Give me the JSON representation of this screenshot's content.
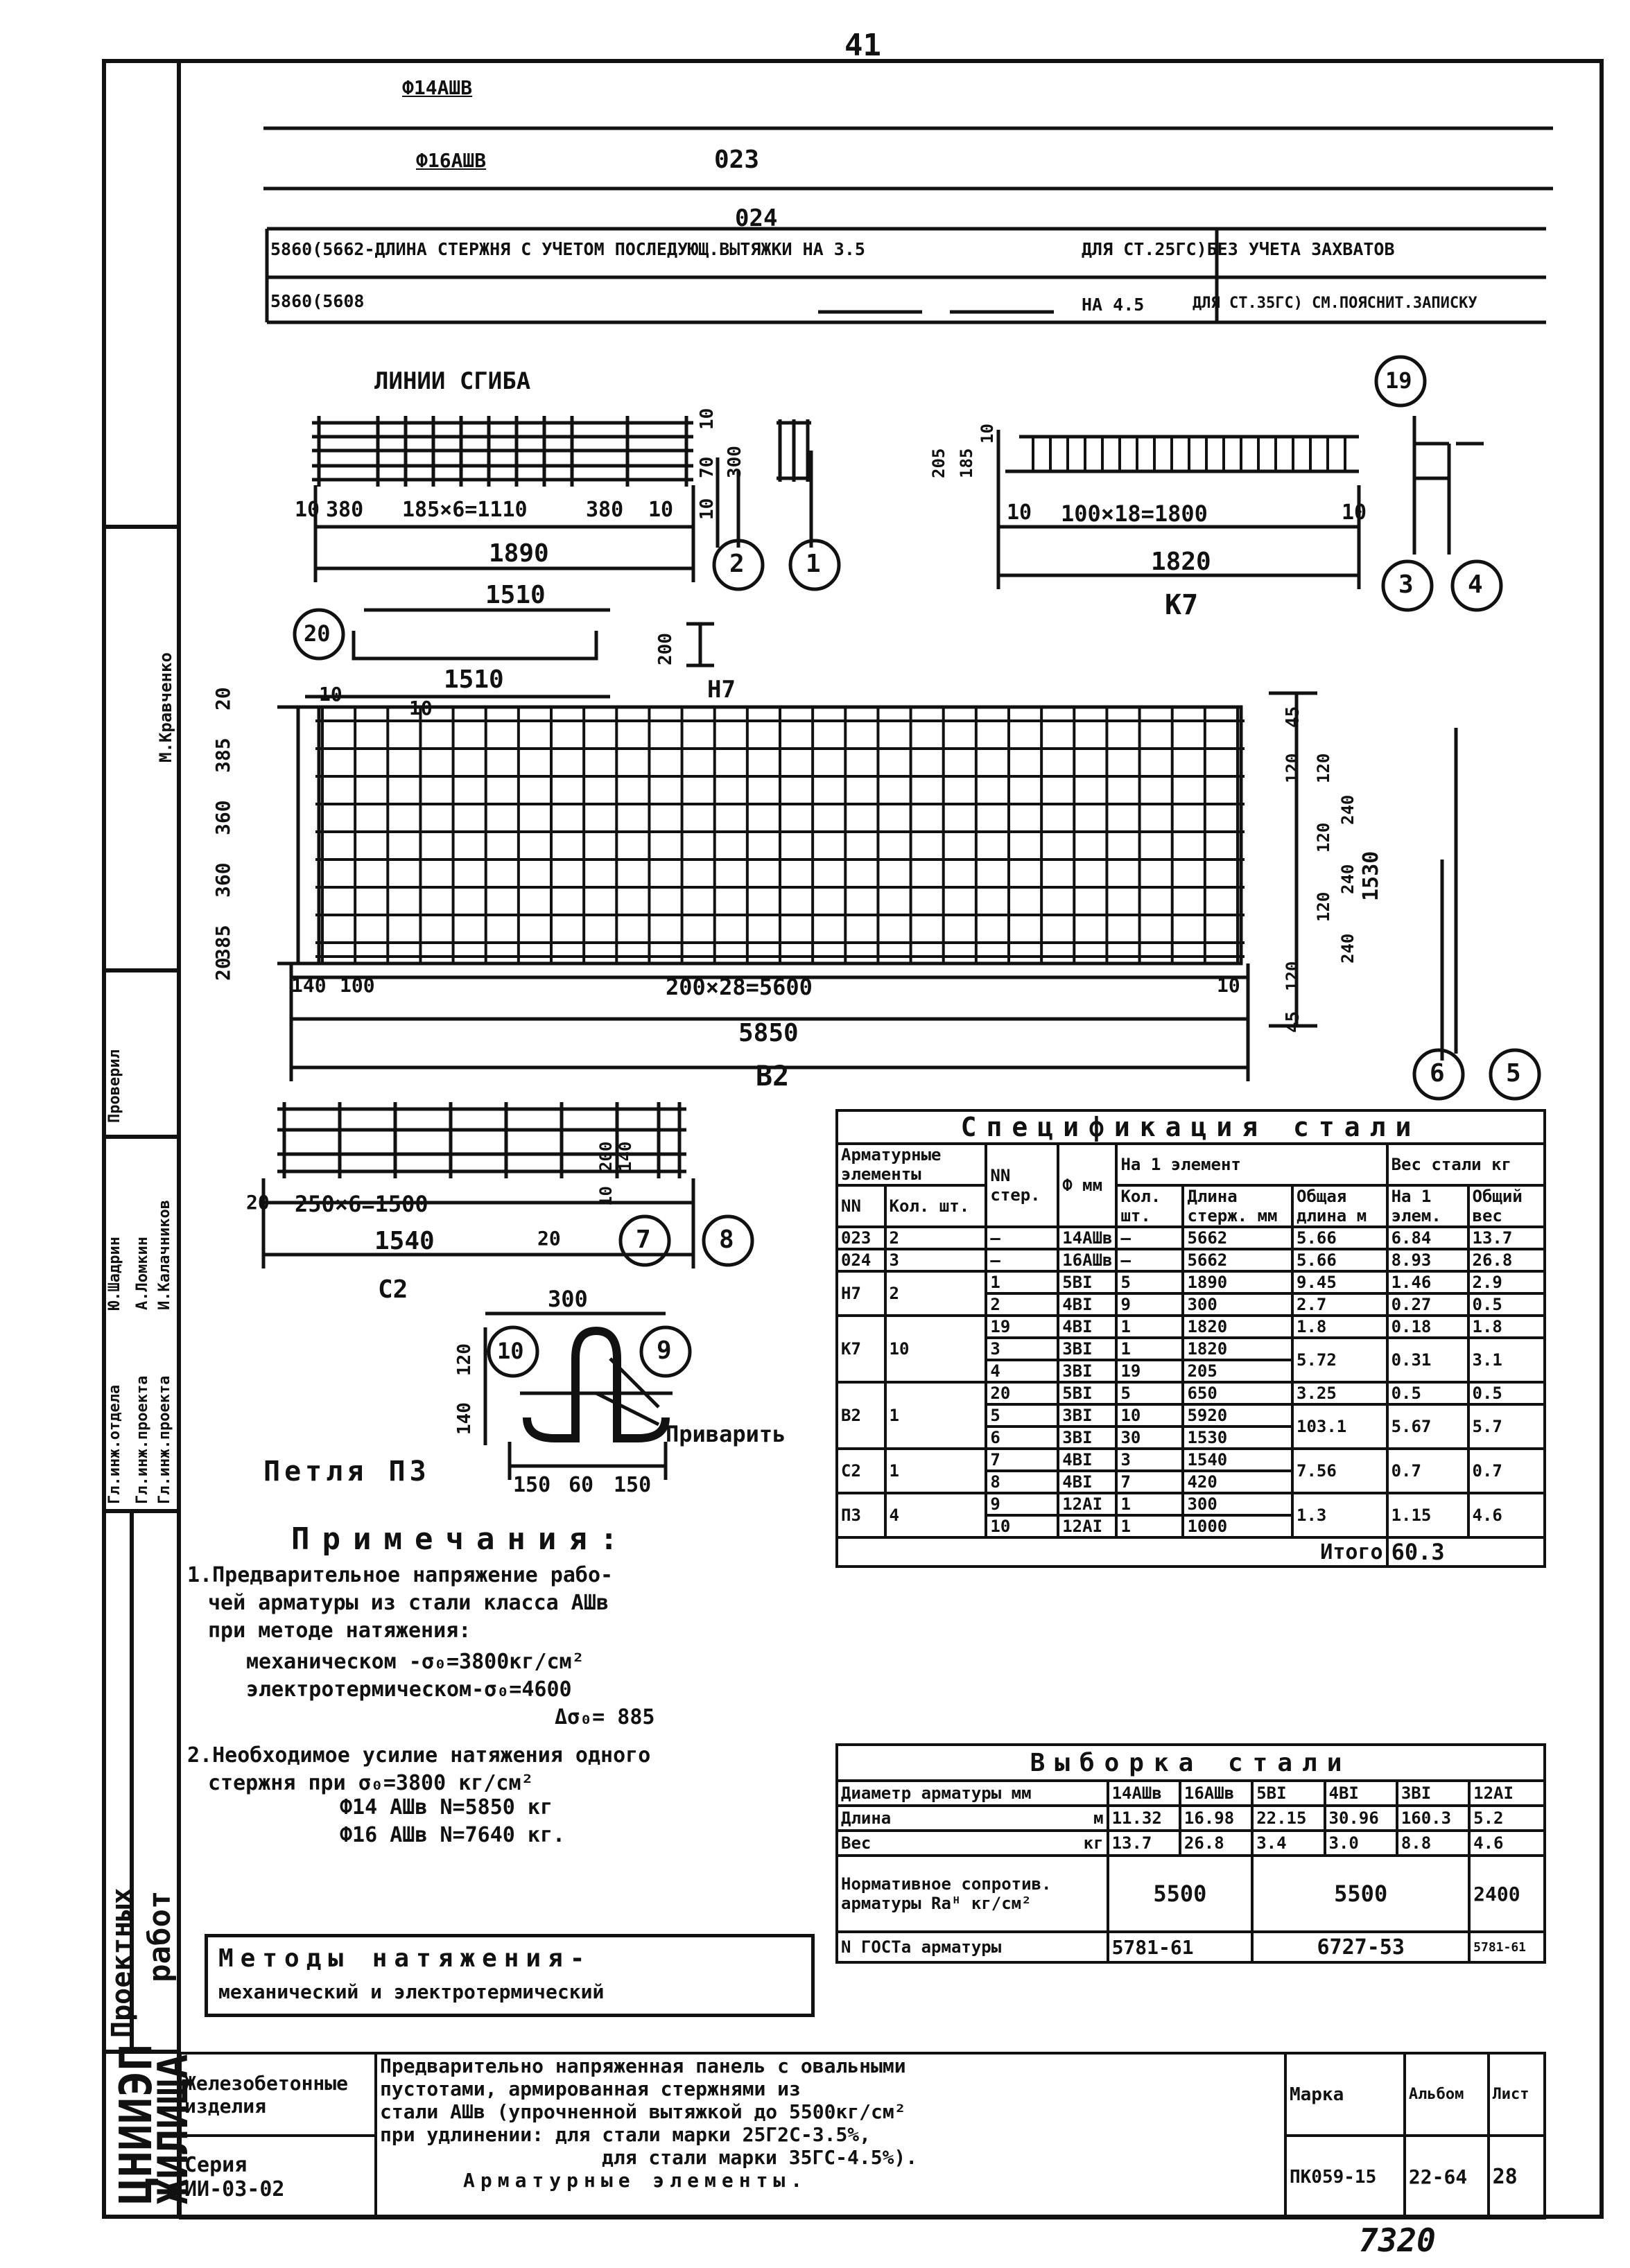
{
  "page_number": "41",
  "bars_top": {
    "label1": "Ф14АШВ",
    "label2": "Ф16АШВ",
    "mark1": "023",
    "mark2": "024"
  },
  "length_notes": {
    "line1_a": "5860(5662-ДЛИНА СТЕРЖНЯ С УЧЕТОМ ПОСЛЕДУЮЩ.ВЫТЯЖКИ НА 3.5",
    "line1_b": "ДЛЯ СТ.25ГС)БЕЗ УЧЕТА ЗАХВАТОВ",
    "line2_a": "5860(5608",
    "line2_b": "НА 4.5",
    "line2_c": "ДЛЯ СТ.35ГС) СМ.ПОЯСНИТ.ЗАПИСКУ"
  },
  "h7": {
    "title": "ЛИНИИ СГИБА",
    "dims": [
      "10",
      "380",
      "185×6=1110",
      "380",
      "10"
    ],
    "overall": "1890",
    "height": [
      "10",
      "70",
      "300",
      "10"
    ],
    "bent_len": "1510",
    "bent_len2": "1510",
    "bent_h": "200",
    "mark": "Н7",
    "circle_left": "20"
  },
  "k7": {
    "dims_a": "10",
    "dims_main": "100×18=1800",
    "dims_b": "10",
    "overall": "1820",
    "mark": "К7",
    "height": [
      "205",
      "185",
      "10"
    ]
  },
  "b2": {
    "top_dims": [
      "10",
      "10"
    ],
    "left_dims": [
      "20",
      "385",
      "360",
      "360",
      "385",
      "20"
    ],
    "bottom_dims": [
      "140",
      "100",
      "200×28=5600",
      "10"
    ],
    "overall": "5850",
    "mark": "В2",
    "right_dims": [
      "45",
      "120",
      "120",
      "120",
      "120",
      "120",
      "45"
    ],
    "right_sub": [
      "240",
      "240",
      "240"
    ],
    "right_total": "1530"
  },
  "c2": {
    "dims": [
      "20",
      "250×6=1500",
      "20"
    ],
    "overall": "1540",
    "mark": "С2",
    "height": [
      "200",
      "140",
      "10"
    ]
  },
  "loop": {
    "width": "300",
    "heights": [
      "140",
      "120"
    ],
    "bottom": [
      "150",
      "60",
      "150"
    ],
    "weld": "Приварить",
    "title": "Петля П3"
  },
  "circles": [
    "1",
    "2",
    "3",
    "4",
    "5",
    "6",
    "7",
    "8",
    "9",
    "10",
    "19",
    "20"
  ],
  "notes": {
    "title": "Примечания:",
    "n1_l1": "1.Предварительное напряжение рабо-",
    "n1_l2": "чей арматуры из стали класса АШв",
    "n1_l3": "при методе натяжения:",
    "n1_l4": "механическом       -σ₀=3800кг/см²",
    "n1_l5": "электротермическом-σ₀=4600",
    "n1_l6": "Δσ₀= 885",
    "n2_l1": "2.Необходимое усилие натяжения одного",
    "n2_l2": "стержня  при σ₀=3800 кг/см²",
    "n2_l3": "Ф14 АШв    N=5850 кг",
    "n2_l4": "Ф16 АШв    N=7640 кг."
  },
  "methods_box": {
    "line1": "Методы  натяжения-",
    "line2": "механический и электротермический"
  },
  "spec": {
    "title": "Спецификация стали",
    "h_elements": "Арматурные элементы",
    "h_nn": "NN",
    "h_qty": "Кол. шт.",
    "h_bar": "NN стер.",
    "h_dia": "Ф мм",
    "h_per": "На 1 элемент",
    "h_pqty": "Кол. шт.",
    "h_len": "Длина стерж. мм",
    "h_tot": "Общая длина м",
    "h_weight": "Вес стали кг",
    "h_w1": "На 1 элем.",
    "h_wall": "Общий вес",
    "rows": [
      [
        "023",
        "2",
        "—",
        "14АШв",
        "—",
        "5662",
        "5.66",
        "6.84",
        "13.7"
      ],
      [
        "024",
        "3",
        "—",
        "16АШв",
        "—",
        "5662",
        "5.66",
        "8.93",
        "26.8"
      ],
      [
        "Н7",
        "2",
        "1",
        "5ВI",
        "5",
        "1890",
        "9.45",
        "1.46",
        "2.9"
      ],
      [
        "",
        "",
        "2",
        "4ВI",
        "9",
        "300",
        "2.7",
        "0.27",
        "0.5"
      ],
      [
        "К7",
        "10",
        "19",
        "4ВI",
        "1",
        "1820",
        "1.8",
        "0.18",
        "1.8"
      ],
      [
        "",
        "",
        "3",
        "3ВI",
        "1",
        "1820",
        "5.72",
        "0.31",
        "3.1"
      ],
      [
        "",
        "",
        "4",
        "3ВI",
        "19",
        "205",
        "",
        "",
        ""
      ],
      [
        "В2",
        "1",
        "20",
        "5ВI",
        "5",
        "650",
        "3.25",
        "0.5",
        "0.5"
      ],
      [
        "",
        "",
        "5",
        "3ВI",
        "10",
        "5920",
        "103.1",
        "5.67",
        "5.7"
      ],
      [
        "",
        "",
        "6",
        "3ВI",
        "30",
        "1530",
        "",
        "",
        ""
      ],
      [
        "С2",
        "1",
        "7",
        "4ВI",
        "3",
        "1540",
        "7.56",
        "0.7",
        "0.7"
      ],
      [
        "",
        "",
        "8",
        "4ВI",
        "7",
        "420",
        "",
        "",
        ""
      ],
      [
        "П3",
        "4",
        "9",
        "12АI",
        "1",
        "300",
        "1.3",
        "1.15",
        "4.6"
      ],
      [
        "",
        "",
        "10",
        "12АI",
        "1",
        "1000",
        "",
        "",
        ""
      ]
    ],
    "total_label": "Итого",
    "total": "60.3"
  },
  "vyborka": {
    "title": "Выборка стали",
    "h_dia": "Диаметр арматуры мм",
    "cols": [
      "14АШв",
      "16АШв",
      "5ВI",
      "4ВI",
      "3ВI",
      "12АI"
    ],
    "len_label": "Длина",
    "len_unit": "м",
    "len": [
      "11.32",
      "16.98",
      "22.15",
      "30.96",
      "160.3",
      "5.2"
    ],
    "wt_label": "Вес",
    "wt_unit": "кг",
    "wt": [
      "13.7",
      "26.8",
      "3.4",
      "3.0",
      "8.8",
      "4.6"
    ],
    "norm_label1": "Нормативное сопротив.",
    "norm_label2": "арматуры Rаᴴ кг/см²",
    "norm": [
      "5500",
      "5500",
      "2400"
    ],
    "gost_label": "N ГОСТа  арматуры",
    "gost": [
      "5781-61",
      "6727-53",
      "5781-61"
    ]
  },
  "title_block": {
    "org1": "ЦНИИЭП",
    "org2": "ЖИЛИЩА",
    "dept1": "Проектных",
    "dept2": "работ",
    "product": "Железобетонные изделия",
    "series_label": "Серия",
    "series": "ИИ-03-02",
    "desc1": "Предварительно напряженная панель с овальными",
    "desc2": "пустотами, армированная стержнями из",
    "desc3": "стали АШв (упрочненной вытяжкой до 5500кг/см²",
    "desc4": "при удлинении: для стали марки 25Г2С-3.5%,",
    "desc5": "для стали марки 35ГС-4.5%).",
    "desc6": "Арматурные элементы.",
    "mark_label": "Марка",
    "album_label": "Альбом",
    "sheet_label": "Лист",
    "mark": "ПК059-15",
    "album": "22-64",
    "sheet": "28"
  },
  "side_roles": [
    "Гл.инж.отдела",
    "Гл.инж.проекта",
    "Гл.инж.проекта",
    "Проверил"
  ],
  "side_names": [
    "Ю.Шадрин",
    "А.Ломкин",
    "И.Калачников",
    "М.Кравченко"
  ],
  "bottom_number": "7320"
}
